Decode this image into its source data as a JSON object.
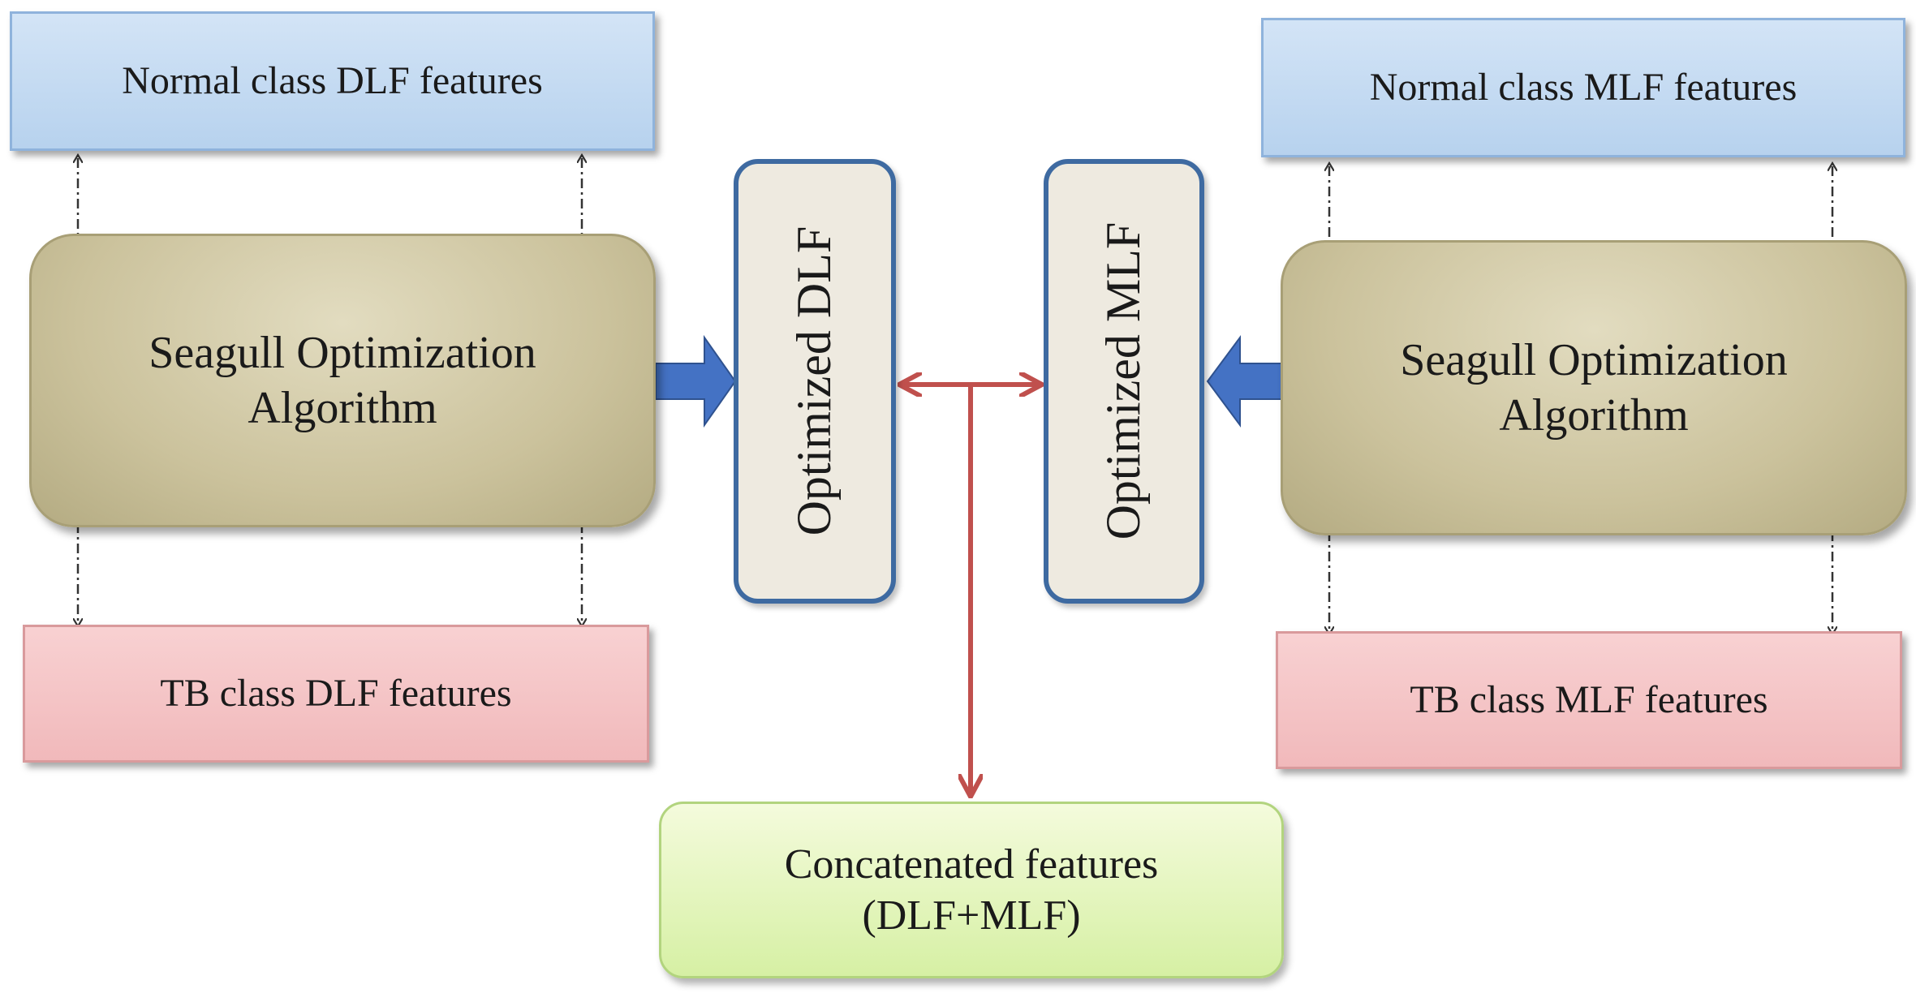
{
  "left": {
    "normal_label": "Normal class DLF features",
    "soa_line1": "Seagull Optimization",
    "soa_line2": "Algorithm",
    "tb_label": "TB class DLF features"
  },
  "right": {
    "normal_label": "Normal class MLF features",
    "soa_line1": "Seagull Optimization",
    "soa_line2": "Algorithm",
    "tb_label": "TB class MLF features"
  },
  "center": {
    "optimized_dlf": "Optimized DLF",
    "optimized_mlf": "Optimized MLF",
    "concat_line1": "Concatenated features",
    "concat_line2": "(DLF+MLF)"
  },
  "colors": {
    "blue_arrow": "#4472c4",
    "red_arrow": "#c0504d",
    "dashed_line": "#333333"
  }
}
